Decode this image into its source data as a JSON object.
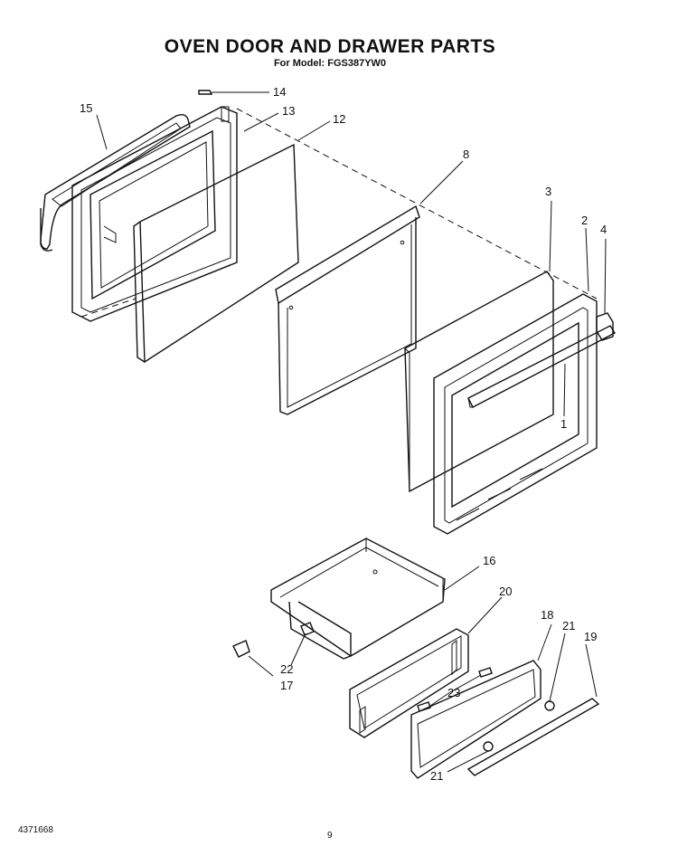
{
  "header": {
    "title": "OVEN DOOR AND DRAWER PARTS",
    "subtitle": "For Model: FGS387YW0"
  },
  "footer": {
    "document_number": "4371668",
    "page_number": "9"
  },
  "callouts": [
    "1",
    "2",
    "3",
    "4",
    "8",
    "12",
    "13",
    "14",
    "15",
    "16",
    "17",
    "18",
    "19",
    "20",
    "21",
    "21",
    "22",
    "23"
  ]
}
